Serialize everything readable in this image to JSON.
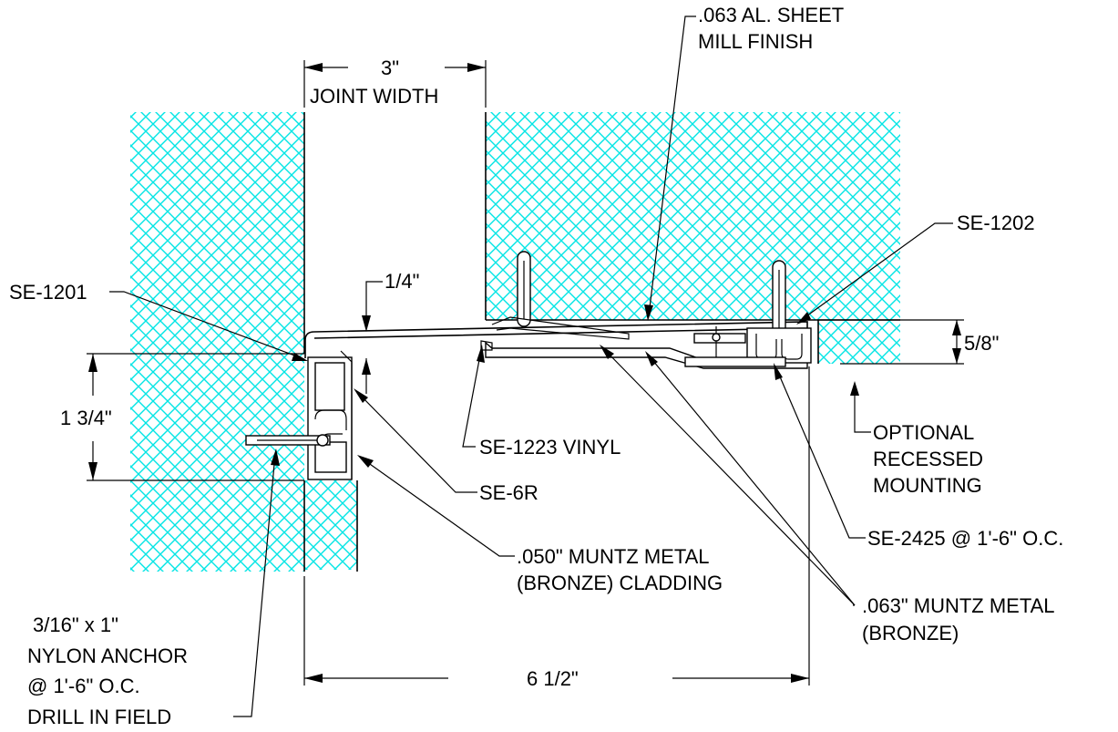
{
  "colors": {
    "hatch": "#00e5e5",
    "line": "#000000",
    "background": "#ffffff"
  },
  "dimensions": {
    "joint_width_value": "3\"",
    "joint_width_label": "JOINT WIDTH",
    "overall_width": "6 1/2\"",
    "height_left": "1 3/4\"",
    "height_right": "5/8\"",
    "gap": "1/4\""
  },
  "callouts": {
    "al_sheet_line1": ".063 AL. SHEET",
    "al_sheet_line2": "MILL FINISH",
    "se_1202": "SE-1202",
    "se_1201": "SE-1201",
    "se_1223": "SE-1223 VINYL",
    "se_6r": "SE-6R",
    "optional_line1": "OPTIONAL",
    "optional_line2": "RECESSED",
    "optional_line3": "MOUNTING",
    "se_2425": "SE-2425 @ 1'-6\" O.C.",
    "muntz050_line1": ".050\" MUNTZ METAL",
    "muntz050_line2": "(BRONZE) CLADDING",
    "muntz063_line1": ".063\" MUNTZ METAL",
    "muntz063_line2": "(BRONZE)",
    "anchor_line1": "3/16\" x 1\"",
    "anchor_line2": "NYLON ANCHOR",
    "anchor_line3": "@ 1'-6\" O.C.",
    "anchor_line4": "DRILL IN FIELD"
  }
}
